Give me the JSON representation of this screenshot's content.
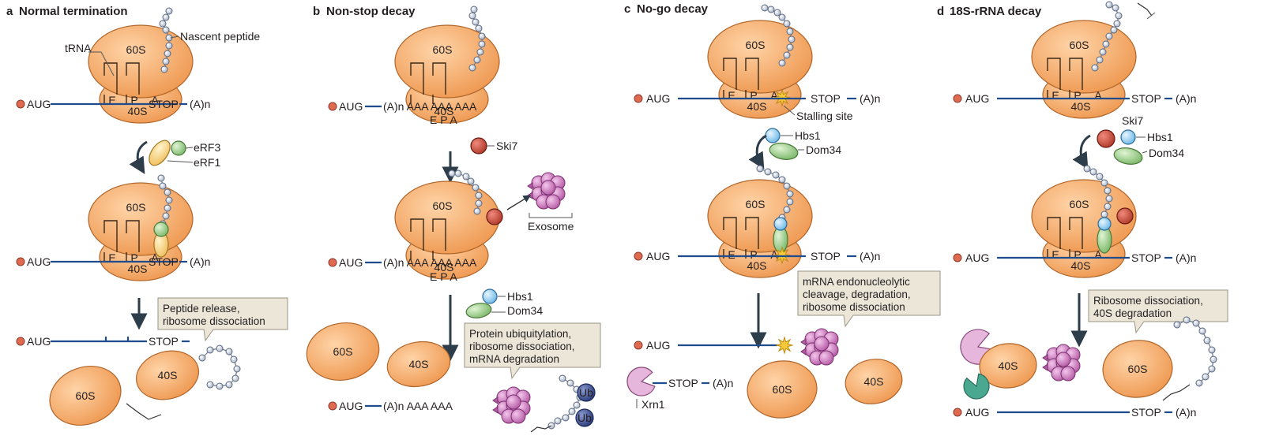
{
  "panels": [
    {
      "letter": "a",
      "title": "Normal termination"
    },
    {
      "letter": "b",
      "title": "Non-stop decay"
    },
    {
      "letter": "c",
      "title": "No-go decay"
    },
    {
      "letter": "d",
      "title": "18S-rRNA decay"
    }
  ],
  "labels": {
    "aug": "AUG",
    "stop": "STOP",
    "polyA": "(A)n",
    "aaa": "AAA",
    "ribo60": "60S",
    "ribo40": "40S",
    "site_e": "E",
    "site_p": "P",
    "site_a": "A",
    "nascent": "Nascent peptide",
    "trna": "tRNA",
    "erf3": "eRF3",
    "erf1": "eRF1",
    "ski7": "Ski7",
    "hbs1": "Hbs1",
    "dom34": "Dom34",
    "exosome": "Exosome",
    "stalling": "Stalling site",
    "xrn1": "Xrn1",
    "ub": "Ub"
  },
  "callouts": {
    "a": [
      "Peptide release,",
      "ribosome dissociation"
    ],
    "b": [
      "Protein ubiquitylation,",
      "ribosome dissociation,",
      "mRNA degradation"
    ],
    "c": [
      "mRNA endonucleolytic",
      "cleavage, degradation,",
      "ribosome dissociation"
    ],
    "d": [
      "Ribosome dissociation,",
      "40S degradation"
    ]
  },
  "colors": {
    "ribosome": "#f0a060",
    "ribosome_stroke": "#b0652a",
    "mrna": "#1e4c8c",
    "cap": "#e06a50",
    "bead": "#c8d0dc",
    "erf3": "#98cc88",
    "erf1": "#f5cf7a",
    "ski7": "#c24a3a",
    "hbs1": "#8fcdf0",
    "dom34": "#9ccc88",
    "exosome": "#c874b8",
    "xrn1": "#e6b6dc",
    "ub": "#3a4c8c",
    "callout": "#ebe6d8",
    "star": "#f6c93a",
    "teal": "#4aa890"
  }
}
